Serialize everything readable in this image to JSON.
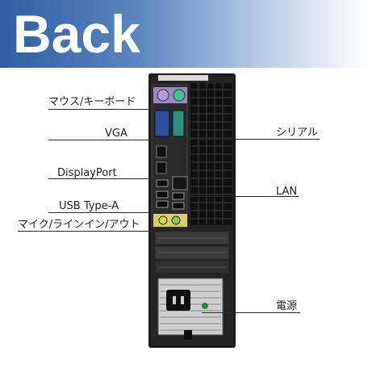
{
  "banner": {
    "title": "Back",
    "gradient_from": "#2c5fa3",
    "gradient_to": "#ffffff"
  },
  "labels": {
    "mouse_keyboard": "マウス/キーボード",
    "vga": "VGA",
    "displayport": "DisplayPort",
    "usb": "USB Type-A",
    "audio": "マイク/ラインイン/アウト",
    "serial": "シリアル",
    "lan": "LAN",
    "power": "電源"
  },
  "colors": {
    "ps2_mouse": "#3ec28e",
    "ps2_keyboard": "#a78bd6",
    "vga_port": "#2d4fa0",
    "serial_port": "#2e8f7e",
    "audio_jack_1": "#d8d84a",
    "audio_jack_2": "#7dcf5b",
    "case": "#1b1b1b"
  }
}
